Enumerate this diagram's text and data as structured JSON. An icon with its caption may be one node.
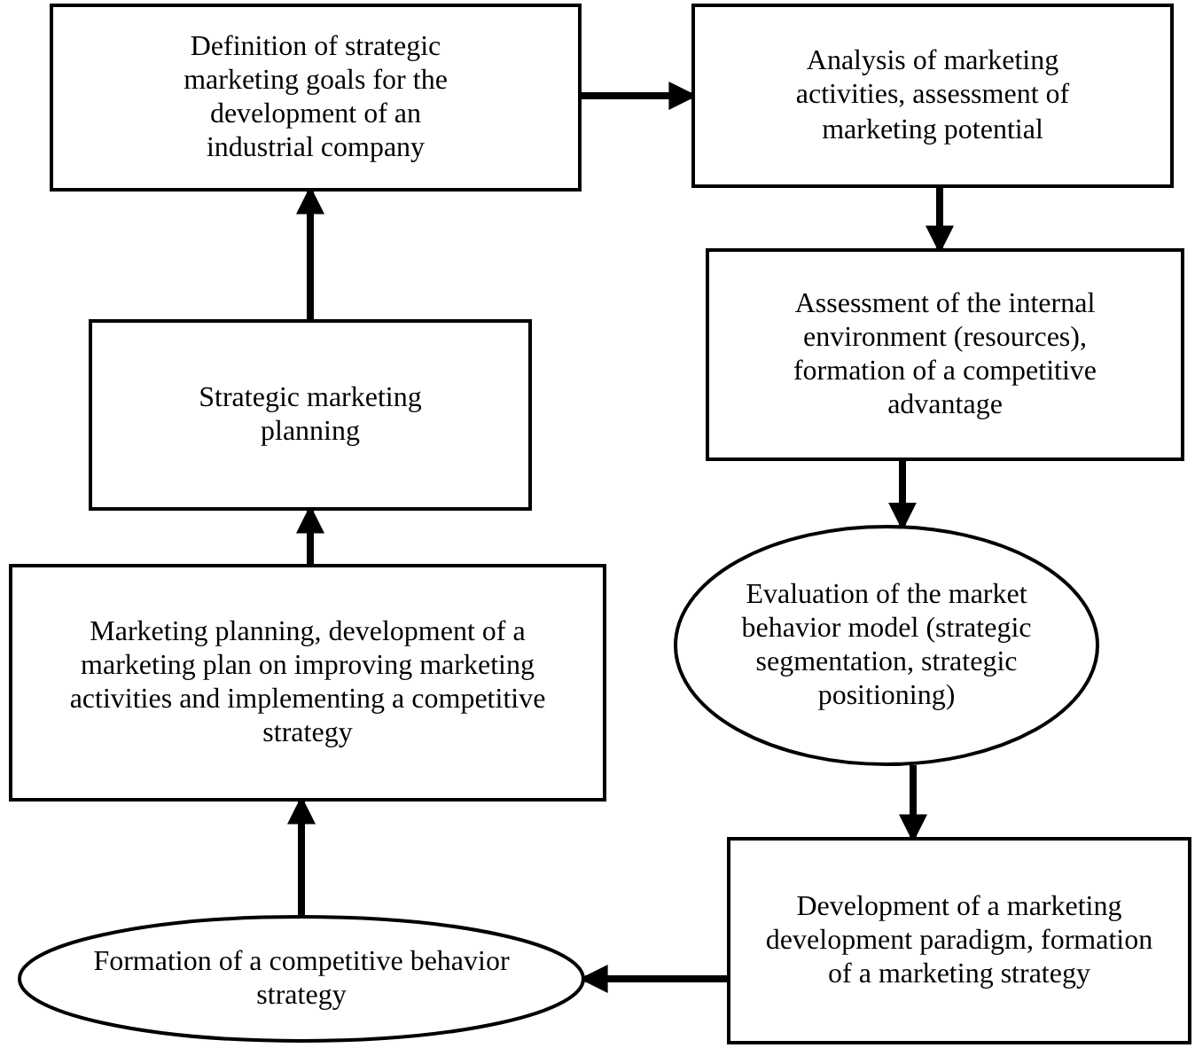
{
  "diagram": {
    "nodes": [
      {
        "text": [
          "Definition of strategic marketing goals for the development of an industrial company"
        ]
      },
      {
        "text": [
          "Analysis of marketing activities, assessment of marketing potential"
        ]
      },
      {
        "text": [
          "Assessment of the internal environment (resources), formation of a competitive advantage"
        ]
      },
      {
        "text": [
          "Evaluation of the market behavior model (strategic segmentation, strategic positioning)"
        ]
      },
      {
        "text": [
          "Development of a marketing development paradigm, formation of a marketing strategy"
        ]
      },
      {
        "text": [
          "Formation of a competitive behavior strategy"
        ]
      },
      {
        "text": [
          "Marketing planning, development of a marketing plan on improving marketing activities and implementing a competitive strategy"
        ]
      },
      {
        "text": [
          "Strategic marketing planning"
        ]
      }
    ],
    "edges": [
      {
        "from": 0,
        "to": 1,
        "arrow": "to"
      },
      {
        "from": 1,
        "to": 2,
        "arrow": "to"
      },
      {
        "from": 2,
        "to": 3,
        "arrow": "to"
      },
      {
        "from": 3,
        "to": 4,
        "arrow": "to"
      },
      {
        "from": 4,
        "to": 5,
        "arrow": "to"
      },
      {
        "from": 5,
        "to": 6,
        "arrow": "to"
      },
      {
        "from": 6,
        "to": 7,
        "arrow": "to"
      },
      {
        "from": 7,
        "to": 0,
        "arrow": "to"
      }
    ]
  }
}
